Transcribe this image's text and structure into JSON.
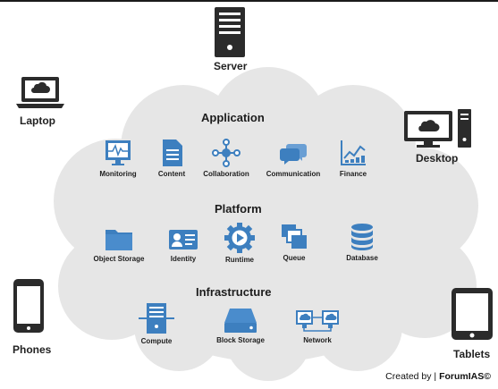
{
  "devices": {
    "server": "Server",
    "laptop": "Laptop",
    "desktop": "Desktop",
    "phones": "Phones",
    "tablets": "Tablets"
  },
  "layers": {
    "application": {
      "title": "Application",
      "items": [
        "Monitoring",
        "Content",
        "Collaboration",
        "Communication",
        "Finance"
      ]
    },
    "platform": {
      "title": "Platform",
      "items": [
        "Object Storage",
        "Identity",
        "Runtime",
        "Queue",
        "Database"
      ]
    },
    "infrastructure": {
      "title": "Infrastructure",
      "items": [
        "Compute",
        "Block Storage",
        "Network"
      ]
    }
  },
  "credit": {
    "prefix": "Created by |",
    "brand": "ForumIAS©"
  },
  "colors": {
    "cloud": "#e6e6e6",
    "icon_blue": "#3d7fbf",
    "device_dark": "#2b2b2b"
  }
}
